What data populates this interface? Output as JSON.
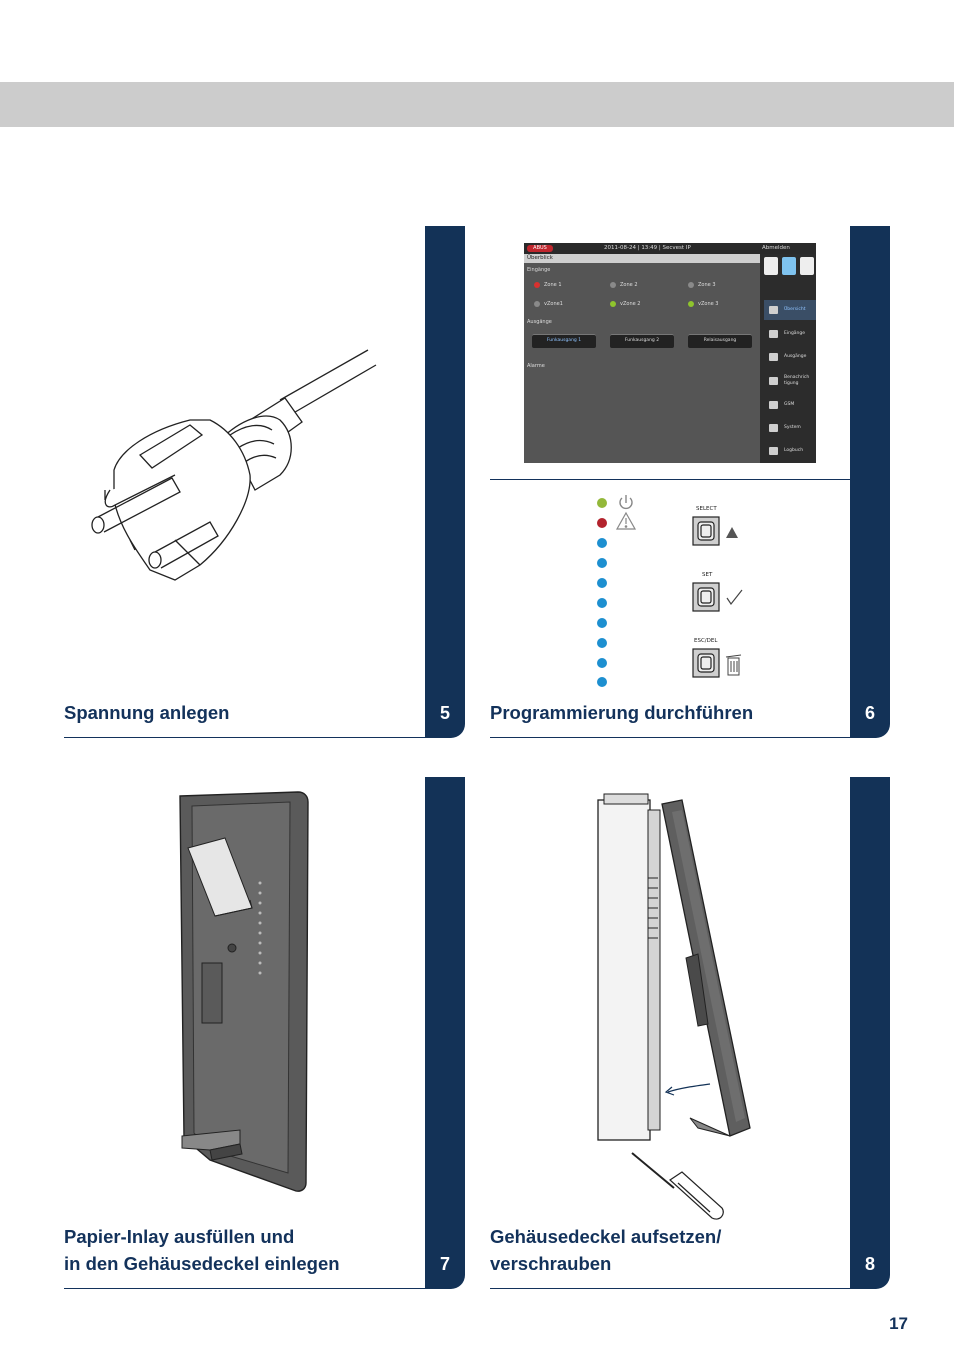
{
  "page_number": "17",
  "panels": [
    {
      "number": "5",
      "caption_lines": [
        "Spannung anlegen"
      ]
    },
    {
      "number": "6",
      "caption_lines": [
        "Programmierung durchführen"
      ]
    },
    {
      "number": "7",
      "caption_lines": [
        "Papier-Inlay ausfüllen und",
        "in den Gehäusedeckel einlegen"
      ]
    },
    {
      "number": "8",
      "caption_lines": [
        "Gehäusedeckel aufsetzen/",
        "verschrauben"
      ]
    }
  ],
  "screen": {
    "brand": "ABUS",
    "header": "2011-08-24  |  13:49  |  Secvest IP",
    "logout": "Abmelden",
    "breadcrumb": "Überblick",
    "sections": {
      "inputs": "Eingänge",
      "outputs": "Ausgänge",
      "alarms": "Alarme"
    },
    "zones": [
      "Zone 1",
      "Zone 2",
      "Zone 3",
      "vZone1",
      "vZone 2",
      "vZone 3"
    ],
    "outputs": [
      "Funkausgang 1",
      "Funkausgang 2",
      "Relaisausgang"
    ],
    "menu": [
      "Übersicht",
      "Eingänge",
      "Ausgänge",
      "Benachrich tigung",
      "GSM",
      "System",
      "Logbuch"
    ],
    "colors": {
      "zone_red": "#d9312f",
      "zone_grey": "#8a8a8a",
      "zone_green": "#8fc42d"
    }
  },
  "keys": [
    "SELECT",
    "SET",
    "ESC/DEL"
  ],
  "colors": {
    "navy": "#133257",
    "led_green": "#93b83a",
    "led_red": "#b3232d",
    "led_blue": "#1d8fd0"
  }
}
